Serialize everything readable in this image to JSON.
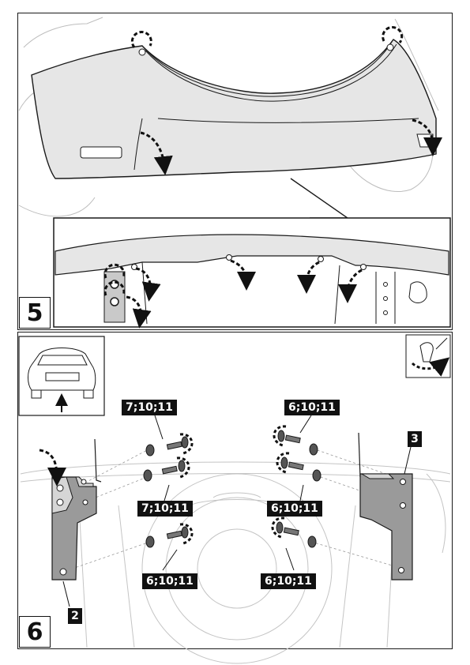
{
  "step5": {
    "number": "5"
  },
  "step6": {
    "number": "6",
    "labels": {
      "upper_left": "7;10;11",
      "upper_right": "6;10;11",
      "mid_left": "7;10;11",
      "mid_right": "6;10;11",
      "lower_left": "6;10;11",
      "lower_right": "6;10;11"
    },
    "parts": {
      "left_bracket": "2",
      "right_bracket": "3"
    }
  },
  "colors": {
    "line": "#1a1a1a",
    "body_gray": "#e6e6e6",
    "bracket_gray": "#9a9a9a",
    "label_bg": "#111111",
    "label_text": "#ffffff"
  }
}
